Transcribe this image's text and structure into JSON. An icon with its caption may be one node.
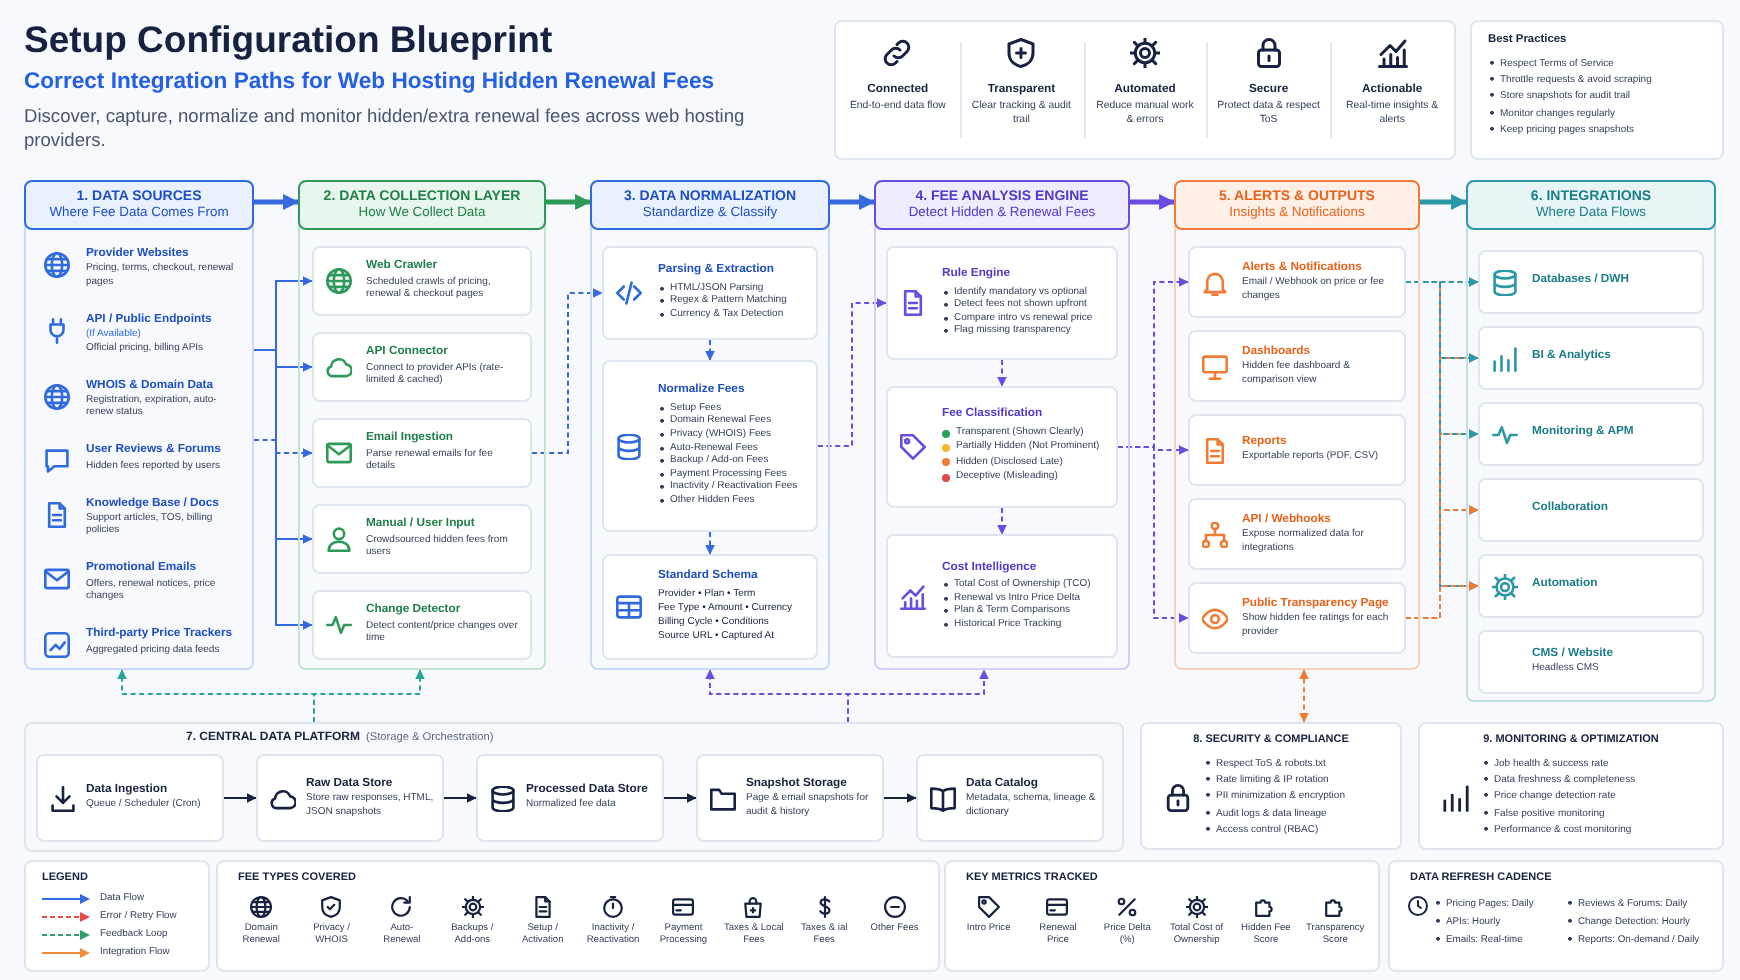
{
  "diagram": {
    "title": "Setup Configuration Blueprint",
    "nodes": [
      {
        "text": [
          "Connected",
          "End-to-end data flow",
          "Transparent",
          "Clear tracking & audit trail",
          "Automated",
          "Reduce manual work & errors",
          "Secure",
          "Protect data & respect ToS",
          "Actionable",
          "Real-time insights & alerts"
        ]
      },
      {
        "text": [
          "Best Practices",
          "Respect Terms of Service",
          "Throttle requests & avoid scraping",
          "Store snapshots for audit trail",
          "Monitor changes regularly",
          "Keep pricing pages snapshots"
        ]
      },
      {
        "text": [
          "1. DATA SOURCES",
          "Where Fee Data Comes From",
          "Provider Websites",
          "Pricing, terms, checkout, renewal pages",
          "API / Public Endpoints",
          "(If Available)",
          "Official pricing, billing APIs",
          "WHOIS & Domain Data",
          "Registration, expiration, auto-renew status",
          "User Reviews & Forums",
          "Hidden fees reported by users",
          "Knowledge Base / Docs",
          "Support articles, TOS, billing policies",
          "Promotional Emails",
          "Offers, renewal notices, price changes",
          "Third-party Price Trackers",
          "Aggregated pricing data feeds"
        ]
      },
      {
        "text": [
          "2. DATA COLLECTION LAYER",
          "How We Collect Data"
        ]
      },
      {
        "text": [
          "Web Crawler",
          "Scheduled crawls of pricing, renewal & checkout pages"
        ],
        "in": 3
      },
      {
        "text": [
          "API Connector",
          "Connect to provider APIs (rate-limited & cached)"
        ],
        "in": 3
      },
      {
        "text": [
          "Email Ingestion",
          "Parse renewal emails for fee details"
        ],
        "in": 3
      },
      {
        "text": [
          "Manual / User Input",
          "Crowdsourced hidden fees from users"
        ],
        "in": 3
      },
      {
        "text": [
          "Change Detector",
          "Detect content/price changes over time"
        ],
        "in": 3
      },
      {
        "text": [
          "3. DATA NORMALIZATION",
          "Standardize & Classify"
        ]
      },
      {
        "text": [
          "Parsing & Extraction",
          "HTML/JSON Parsing",
          "Regex & Pattern Matching",
          "Currency & Tax Detection"
        ],
        "in": 9
      },
      {
        "text": [
          "Normalize Fees",
          "Setup Fees",
          "Domain Renewal Fees",
          "Privacy (WHOIS) Fees",
          "Auto-Renewal Fees",
          "Backup / Add-on Fees",
          "Payment Processing Fees",
          "Inactivity / Reactivation Fees",
          "Other Hidden Fees"
        ],
        "in": 9
      },
      {
        "text": [
          "Standard Schema",
          "Provider • Plan • Term",
          "Fee Type • Amount • Currency",
          "Billing Cycle • Conditions",
          "Source URL • Captured At"
        ],
        "in": 9
      },
      {
        "text": [
          "4. FEE ANALYSIS ENGINE",
          "Detect Hidden & Renewal Fees"
        ]
      },
      {
        "text": [
          "Rule Engine",
          "Identify mandatory vs optional",
          "Detect fees not shown upfront",
          "Compare intro vs renewal price",
          "Flag missing transparency"
        ],
        "in": 13
      },
      {
        "text": [
          "Fee Classification",
          "Transparent (Shown Clearly)",
          "Partially Hidden (Not Prominent)",
          "Hidden (Disclosed Late)",
          "Deceptive (Misleading)"
        ],
        "in": 13
      },
      {
        "text": [
          "Cost Intelligence",
          "Total Cost of Ownership (TCO)",
          "Renewal vs Intro Price Delta",
          "Plan & Term Comparisons",
          "Historical Price Tracking"
        ],
        "in": 13
      },
      {
        "text": [
          "5. ALERTS & OUTPUTS",
          "Insights & Notifications"
        ]
      },
      {
        "text": [
          "Alerts & Notifications",
          "Email / Webhook on price or fee changes"
        ],
        "in": 17
      },
      {
        "text": [
          "Dashboards",
          "Hidden fee dashboard & comparison view"
        ],
        "in": 17
      },
      {
        "text": [
          "Reports",
          "Exportable reports (PDF, CSV)"
        ],
        "in": 17
      },
      {
        "text": [
          "API / Webhooks",
          "Expose normalized data for integrations"
        ],
        "in": 17
      },
      {
        "text": [
          "Public Transparency Page",
          "Show hidden fee ratings for each provider"
        ],
        "in": 17
      },
      {
        "text": [
          "6. INTEGRATIONS",
          "Where Data Flows"
        ]
      },
      {
        "text": [
          "Databases / DWH"
        ],
        "in": 23
      },
      {
        "text": [
          "BI & Analytics"
        ],
        "in": 23
      },
      {
        "text": [
          "Monitoring & APM"
        ],
        "in": 23
      },
      {
        "text": [
          "Collaboration"
        ],
        "in": 23
      },
      {
        "text": [
          "Automation"
        ],
        "in": 23
      },
      {
        "text": [
          "CMS / Website",
          "Headless CMS"
        ],
        "in": 23
      },
      {
        "text": [
          "7. CENTRAL DATA PLATFORM",
          "(Storage & Orchestration)"
        ]
      },
      {
        "text": [
          "Data Ingestion",
          "Queue / Scheduler (Cron)"
        ],
        "in": 30
      },
      {
        "text": [
          "Raw Data Store",
          "Store raw responses, HTML, JSON snapshots"
        ],
        "in": 30
      },
      {
        "text": [
          "Processed Data Store",
          "Normalized fee data"
        ],
        "in": 30
      },
      {
        "text": [
          "Snapshot Storage",
          "Page & email snapshots for audit & history"
        ],
        "in": 30
      },
      {
        "text": [
          "Data Catalog",
          "Metadata, schema, lineage & dictionary"
        ],
        "in": 30
      },
      {
        "text": [
          "8. SECURITY & COMPLIANCE",
          "Respect ToS & robots.txt",
          "Rate limiting & IP rotation",
          "PII minimization & encryption",
          "Audit logs & data lineage",
          "Access control (RBAC)"
        ]
      },
      {
        "text": [
          "9. MONITORING & OPTIMIZATION",
          "Job health & success rate",
          "Data freshness & completeness",
          "Price change detection rate",
          "False positive monitoring",
          "Performance & cost monitoring"
        ]
      },
      {
        "text": [
          "FEE TYPES COVERED",
          "Domain Renewal",
          "Privacy / WHOIS",
          "Auto-Renewal",
          "Backups / Add-ons",
          "Setup / Activation",
          "Inactivity / Reactivation",
          "Payment Processing",
          "Taxes & Local Fees",
          "Taxes & ial Fees",
          "Other Fees"
        ]
      },
      {
        "text": [
          "KEY METRICS TRACKED",
          "Intro Price",
          "Renewal Price",
          "Price Delta (%)",
          "Total Cost of Ownership",
          "Hidden Fee Score",
          "Transparency Score"
        ]
      },
      {
        "text": [
          "DATA REFRESH CADENCE",
          "Pricing Pages: Daily",
          "APIs: Hourly",
          "Emails: Real-time",
          "Reviews & Forums: Daily",
          "Change Detection: Hourly",
          "Reports: On-demand / Daily"
        ]
      }
    ],
    "edges": [
      {
        "from": 2,
        "to": 3,
        "arrow": "to",
        "style": "thick"
      },
      {
        "from": 3,
        "to": 9,
        "arrow": "to",
        "style": "thick",
        "color": "#2e9a5a"
      },
      {
        "from": 9,
        "to": 13,
        "arrow": "to",
        "style": "thick"
      },
      {
        "from": 13,
        "to": 17,
        "arrow": "to",
        "style": "thick",
        "color": "#6a4de0"
      },
      {
        "from": 17,
        "to": 23,
        "arrow": "to",
        "style": "thick",
        "color": "#2a98a6"
      },
      {
        "from": 2,
        "to": 4,
        "arrow": "to"
      },
      {
        "from": 2,
        "to": 5,
        "arrow": "to"
      },
      {
        "from": 2,
        "to": 6,
        "arrow": "to",
        "style": "dashed"
      },
      {
        "from": 2,
        "to": 7,
        "arrow": "to"
      },
      {
        "from": 2,
        "to": 8,
        "arrow": "to"
      },
      {
        "from": 6,
        "to": 10,
        "arrow": "to",
        "style": "dashed"
      },
      {
        "from": 10,
        "to": 11,
        "arrow": "to",
        "style": "dashed"
      },
      {
        "from": 11,
        "to": 12,
        "arrow": "to",
        "style": "dashed"
      },
      {
        "from": 11,
        "to": 14,
        "arrow": "to",
        "style": "dashed",
        "color": "#6a4de0"
      },
      {
        "from": 14,
        "to": 15,
        "arrow": "to",
        "style": "dashed",
        "color": "#6a4de0"
      },
      {
        "from": 15,
        "to": 16,
        "arrow": "to",
        "style": "dashed",
        "color": "#6a4de0"
      },
      {
        "from": 15,
        "to": 18,
        "arrow": "to",
        "style": "dashed",
        "color": "#6a4de0"
      },
      {
        "from": 15,
        "to": 20,
        "arrow": "to",
        "style": "dashed",
        "color": "#6a4de0"
      },
      {
        "from": 15,
        "to": 22,
        "arrow": "to",
        "style": "dashed",
        "color": "#6a4de0"
      },
      {
        "from": 18,
        "to": 24,
        "arrow": "to",
        "style": "dashed",
        "color": "#2a98a6"
      },
      {
        "from": 18,
        "to": 25,
        "arrow": "to",
        "style": "dashed",
        "color": "#2a98a6"
      },
      {
        "from": 18,
        "to": 26,
        "arrow": "to",
        "style": "dashed",
        "color": "#2a98a6"
      },
      {
        "from": 18,
        "to": 27,
        "arrow": "to",
        "style": "dashed",
        "color": "#2a98a6"
      },
      {
        "from": 18,
        "to": 28,
        "arrow": "to",
        "style": "dashed",
        "color": "#2a98a6"
      },
      {
        "from": 22,
        "to": 24,
        "arrow": "to",
        "style": "dashed",
        "color": "#f07b35"
      },
      {
        "from": 22,
        "to": 25,
        "arrow": "to",
        "style": "dashed",
        "color": "#f07b35"
      },
      {
        "from": 22,
        "to": 26,
        "arrow": "to",
        "style": "dashed",
        "color": "#f07b35"
      },
      {
        "from": 22,
        "to": 27,
        "arrow": "to",
        "style": "dashed",
        "color": "#f07b35"
      },
      {
        "from": 22,
        "to": 28,
        "arrow": "to",
        "style": "dashed",
        "color": "#f07b35"
      },
      {
        "from": 17,
        "to": 36,
        "arrow": "both",
        "style": "dashed",
        "color": "#f07b35"
      },
      {
        "from": 30,
        "to": 2,
        "arrow": "to",
        "style": "dashed",
        "color": "#2aa39a"
      },
      {
        "from": 30,
        "to": 3,
        "arrow": "to",
        "style": "dashed",
        "color": "#2aa39a"
      },
      {
        "from": 30,
        "to": 9,
        "arrow": "to",
        "style": "dashed",
        "color": "#6a4de0"
      },
      {
        "from": 30,
        "to": 13,
        "arrow": "to",
        "style": "dashed",
        "color": "#6a4de0"
      },
      {
        "from": 31,
        "to": 32,
        "arrow": "to",
        "color": "#16223f"
      },
      {
        "from": 32,
        "to": 33,
        "arrow": "to",
        "color": "#16223f"
      },
      {
        "from": 33,
        "to": 34,
        "arrow": "to",
        "color": "#16223f"
      },
      {
        "from": 34,
        "to": 35,
        "arrow": "to",
        "color": "#16223f"
      }
    ],
    "labels": [
      "Correct Integration Paths for Web Hosting Hidden Renewal Fees",
      "Discover, capture, normalize and monitor hidden/extra renewal fees across web hosting providers.",
      "LEGEND"
    ],
    "legend": [
      {
        "text": "Data Flow"
      },
      {
        "text": "Error / Retry Flow"
      },
      {
        "text": "Feedback Loop"
      },
      {
        "text": "Integration Flow"
      }
    ]
  }
}
